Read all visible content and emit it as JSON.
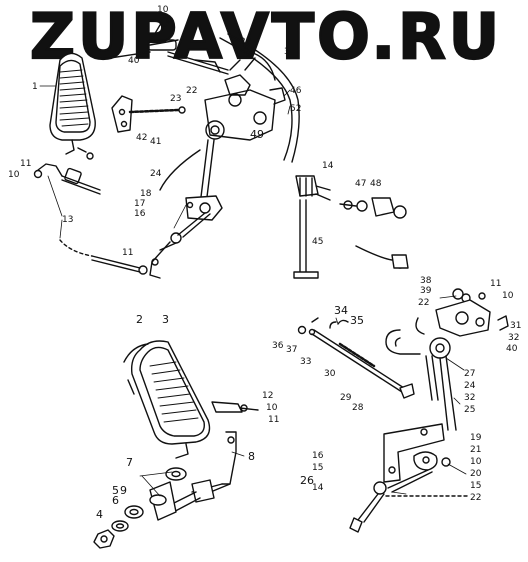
{
  "watermark": "ZUPAVTO.RU",
  "callouts": [
    {
      "id": "c10a",
      "text": "10"
    },
    {
      "id": "c40",
      "text": "40"
    },
    {
      "id": "c22a",
      "text": "22"
    },
    {
      "id": "c23a",
      "text": "23"
    },
    {
      "id": "c3a",
      "text": "3"
    },
    {
      "id": "c1",
      "text": "1"
    },
    {
      "id": "c23b",
      "text": "23"
    },
    {
      "id": "c22b",
      "text": "22"
    },
    {
      "id": "c46",
      "text": "46"
    },
    {
      "id": "c52",
      "text": "52"
    },
    {
      "id": "c49",
      "text": "49"
    },
    {
      "id": "c42",
      "text": "42"
    },
    {
      "id": "c41",
      "text": "41"
    },
    {
      "id": "c11a",
      "text": "11"
    },
    {
      "id": "c10b",
      "text": "10"
    },
    {
      "id": "c24a",
      "text": "24"
    },
    {
      "id": "c18",
      "text": "18"
    },
    {
      "id": "c17",
      "text": "17"
    },
    {
      "id": "c16a",
      "text": "16"
    },
    {
      "id": "c13",
      "text": "13"
    },
    {
      "id": "c11b",
      "text": "11"
    },
    {
      "id": "c14a",
      "text": "14"
    },
    {
      "id": "c47",
      "text": "47"
    },
    {
      "id": "c48",
      "text": "48"
    },
    {
      "id": "c45",
      "text": "45"
    },
    {
      "id": "c38",
      "text": "38"
    },
    {
      "id": "c39",
      "text": "39"
    },
    {
      "id": "c22c",
      "text": "22"
    },
    {
      "id": "c11c",
      "text": "11"
    },
    {
      "id": "c10c",
      "text": "10"
    },
    {
      "id": "c31",
      "text": "31"
    },
    {
      "id": "c32a",
      "text": "32"
    },
    {
      "id": "c40b",
      "text": "40"
    },
    {
      "id": "c34",
      "text": "34"
    },
    {
      "id": "c35",
      "text": "35"
    },
    {
      "id": "c36",
      "text": "36"
    },
    {
      "id": "c37",
      "text": "37"
    },
    {
      "id": "c33",
      "text": "33"
    },
    {
      "id": "c30",
      "text": "30"
    },
    {
      "id": "c29",
      "text": "29"
    },
    {
      "id": "c28",
      "text": "28"
    },
    {
      "id": "c2",
      "text": "2"
    },
    {
      "id": "c3b",
      "text": "3"
    },
    {
      "id": "c12",
      "text": "12"
    },
    {
      "id": "c10d",
      "text": "10"
    },
    {
      "id": "c11d",
      "text": "11"
    },
    {
      "id": "c27",
      "text": "27"
    },
    {
      "id": "c24b",
      "text": "24"
    },
    {
      "id": "c32b",
      "text": "32"
    },
    {
      "id": "c25",
      "text": "25"
    },
    {
      "id": "c19",
      "text": "19"
    },
    {
      "id": "c21",
      "text": "21"
    },
    {
      "id": "c10e",
      "text": "10"
    },
    {
      "id": "c20",
      "text": "20"
    },
    {
      "id": "c15a",
      "text": "15"
    },
    {
      "id": "c22d",
      "text": "22"
    },
    {
      "id": "c16b",
      "text": "16"
    },
    {
      "id": "c15b",
      "text": "15"
    },
    {
      "id": "c26",
      "text": "26"
    },
    {
      "id": "c14b",
      "text": "14"
    },
    {
      "id": "c7",
      "text": "7"
    },
    {
      "id": "c8",
      "text": "8"
    },
    {
      "id": "c5",
      "text": "5"
    },
    {
      "id": "c6",
      "text": "6"
    },
    {
      "id": "c4",
      "text": "4"
    },
    {
      "id": "c9",
      "text": "9"
    }
  ]
}
